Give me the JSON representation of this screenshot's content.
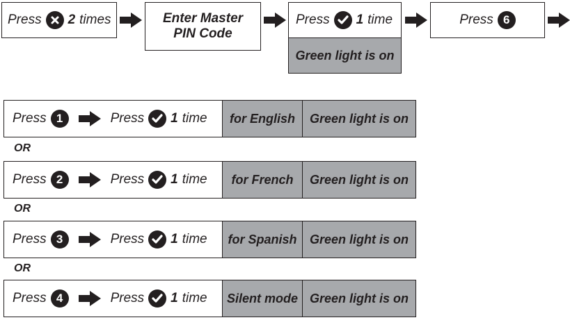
{
  "top_flow": {
    "step1": {
      "press": "Press",
      "icon": "x-circle-icon",
      "count": "2",
      "times": "times"
    },
    "step2": {
      "line1": "Enter Master",
      "line2": "PIN Code"
    },
    "step3": {
      "press": "Press",
      "icon": "check-circle-icon",
      "count": "1",
      "time": "time",
      "status": "Green light is on"
    },
    "step4": {
      "press": "Press",
      "number": "6"
    }
  },
  "options": [
    {
      "press": "Press",
      "number": "1",
      "press2": "Press",
      "count": "1",
      "time": "time",
      "label": "for English",
      "status": "Green light is on"
    },
    {
      "press": "Press",
      "number": "2",
      "press2": "Press",
      "count": "1",
      "time": "time",
      "label": "for French",
      "status": "Green light is on"
    },
    {
      "press": "Press",
      "number": "3",
      "press2": "Press",
      "count": "1",
      "time": "time",
      "label": "for Spanish",
      "status": "Green light is on"
    },
    {
      "press": "Press",
      "number": "4",
      "press2": "Press",
      "count": "1",
      "time": "time",
      "label": "Silent mode",
      "status": "Green light is on"
    }
  ],
  "or_labels": [
    "OR",
    "OR",
    "OR"
  ],
  "colors": {
    "ink": "#231f20",
    "shade": "#a7a9ac"
  }
}
